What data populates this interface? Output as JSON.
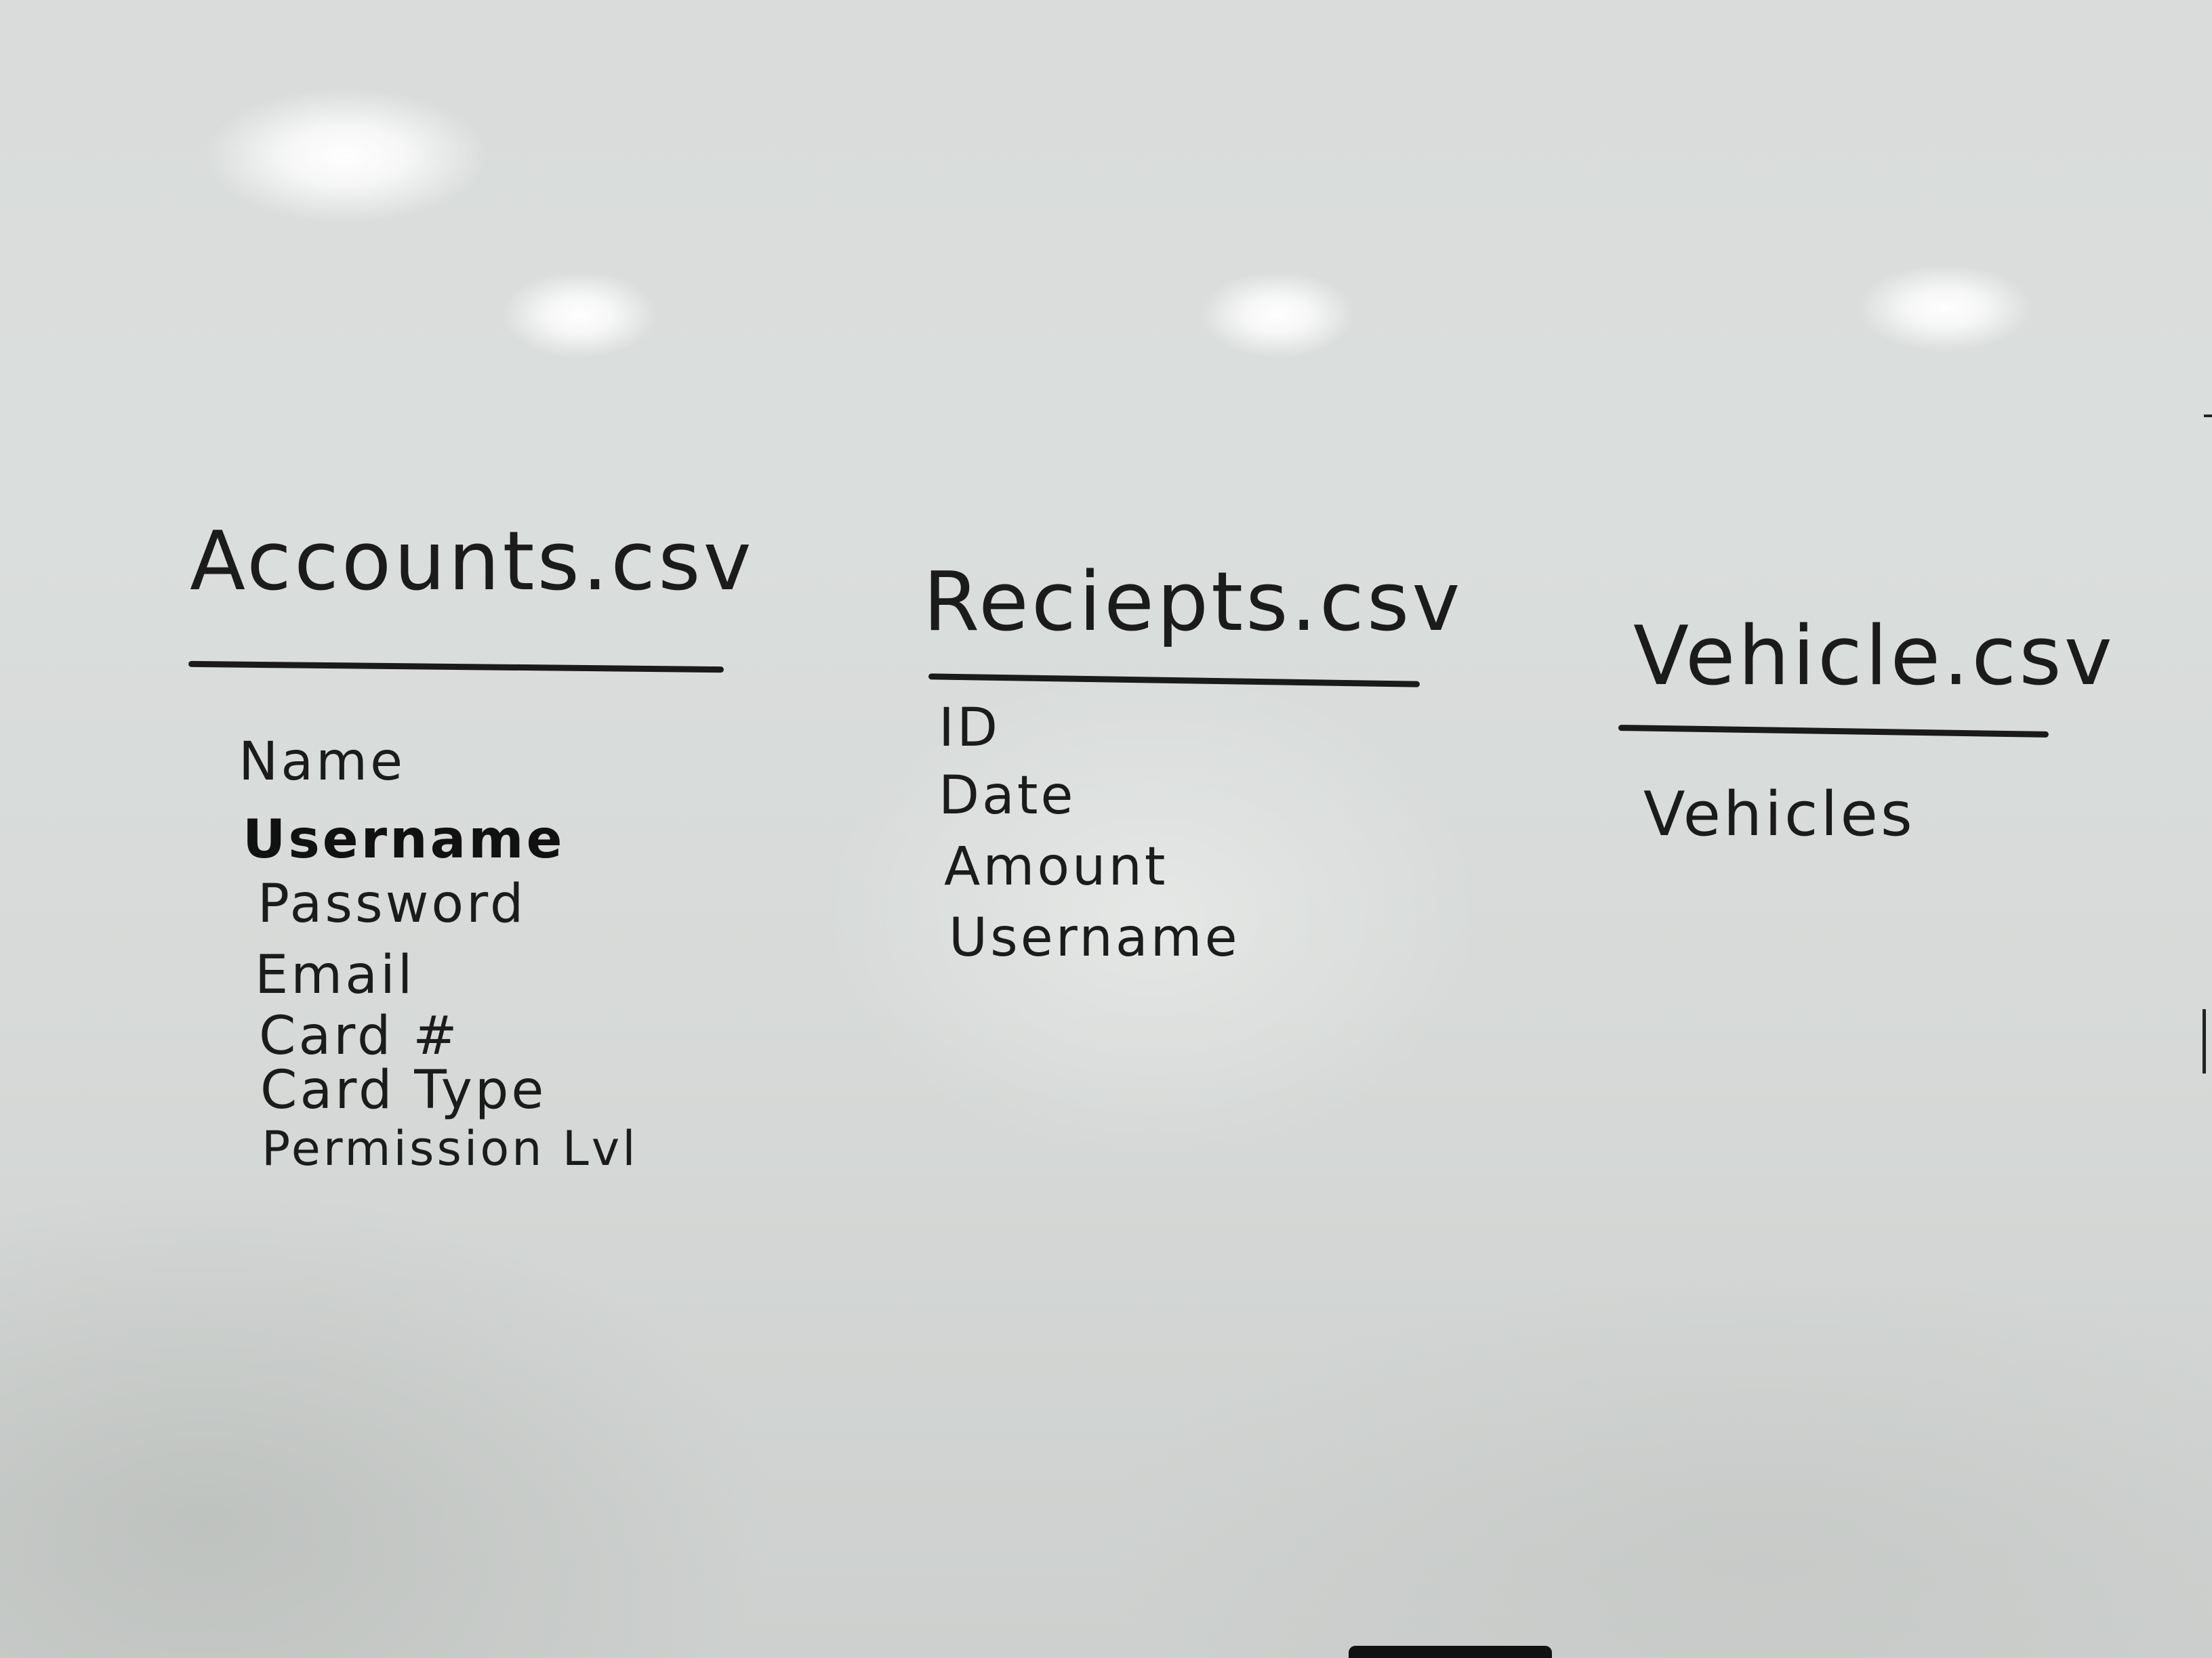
{
  "board": {
    "accounts": {
      "title": "Accounts.csv",
      "fields": [
        "Name",
        "Username",
        "Password",
        "Email",
        "Card #",
        "Card Type",
        "Permission Lvl"
      ]
    },
    "receipts": {
      "title": "Reciepts.csv",
      "fields": [
        "ID",
        "Date",
        "Amount",
        "Username"
      ]
    },
    "vehicle": {
      "title": "Vehicle.csv",
      "fields": [
        "Vehicles"
      ]
    }
  }
}
